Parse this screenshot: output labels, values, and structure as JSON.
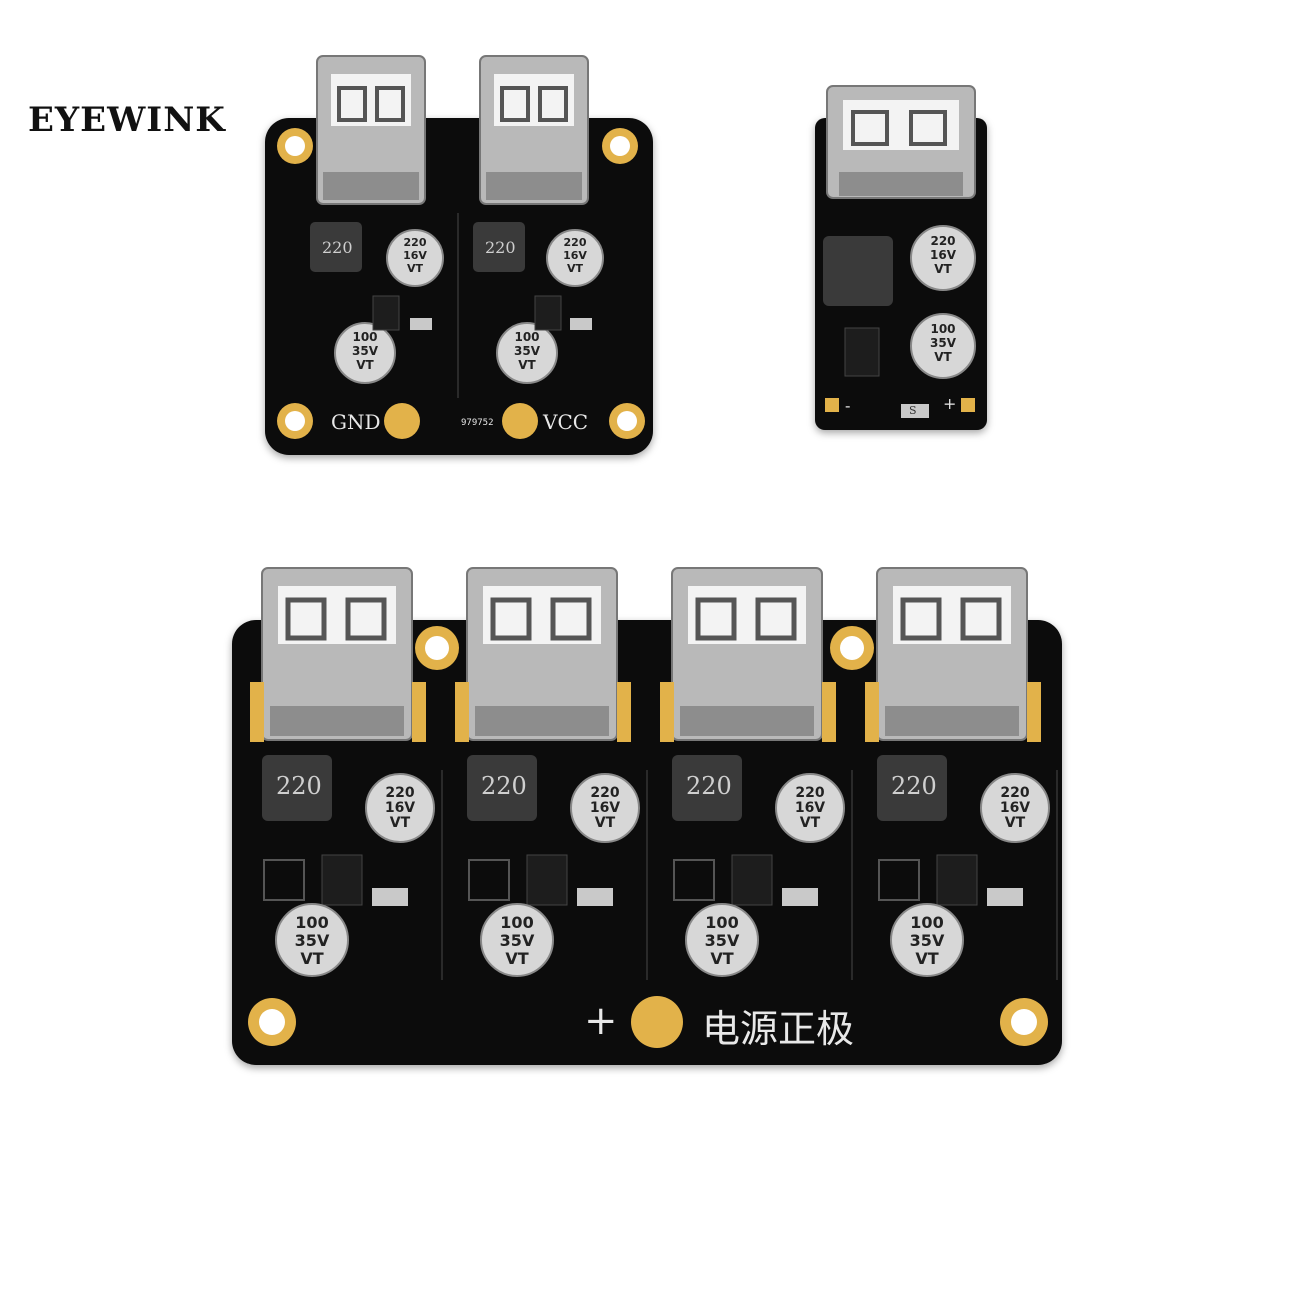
{
  "brand": {
    "name": "EYEWINK"
  },
  "board_two_port": {
    "inductor_label": "220",
    "cap_small": [
      "220",
      "16V",
      "VT"
    ],
    "cap_big": [
      "100",
      "35V",
      "VT"
    ],
    "gnd_label": "GND",
    "vcc_label": "VCC",
    "serial": "979752"
  },
  "board_one_port": {
    "cap_small": [
      "220",
      "16V",
      "VT"
    ],
    "cap_big": [
      "100",
      "35V",
      "VT"
    ],
    "minus_label": "-",
    "plus_label": "+",
    "s_label": "S"
  },
  "board_four_port": {
    "inductor_label": "220",
    "cap_small": [
      "220",
      "16V",
      "VT"
    ],
    "cap_big": [
      "100",
      "35V",
      "VT"
    ],
    "plus_label": "+",
    "power_label": "电源正极"
  },
  "colors": {
    "pcb": "#0c0c0c",
    "pad_gold": "#e2b24a",
    "usb_metal": "#b9b9b9",
    "inductor": "#3a3a3a",
    "cap_top": "#d7d7d7"
  }
}
